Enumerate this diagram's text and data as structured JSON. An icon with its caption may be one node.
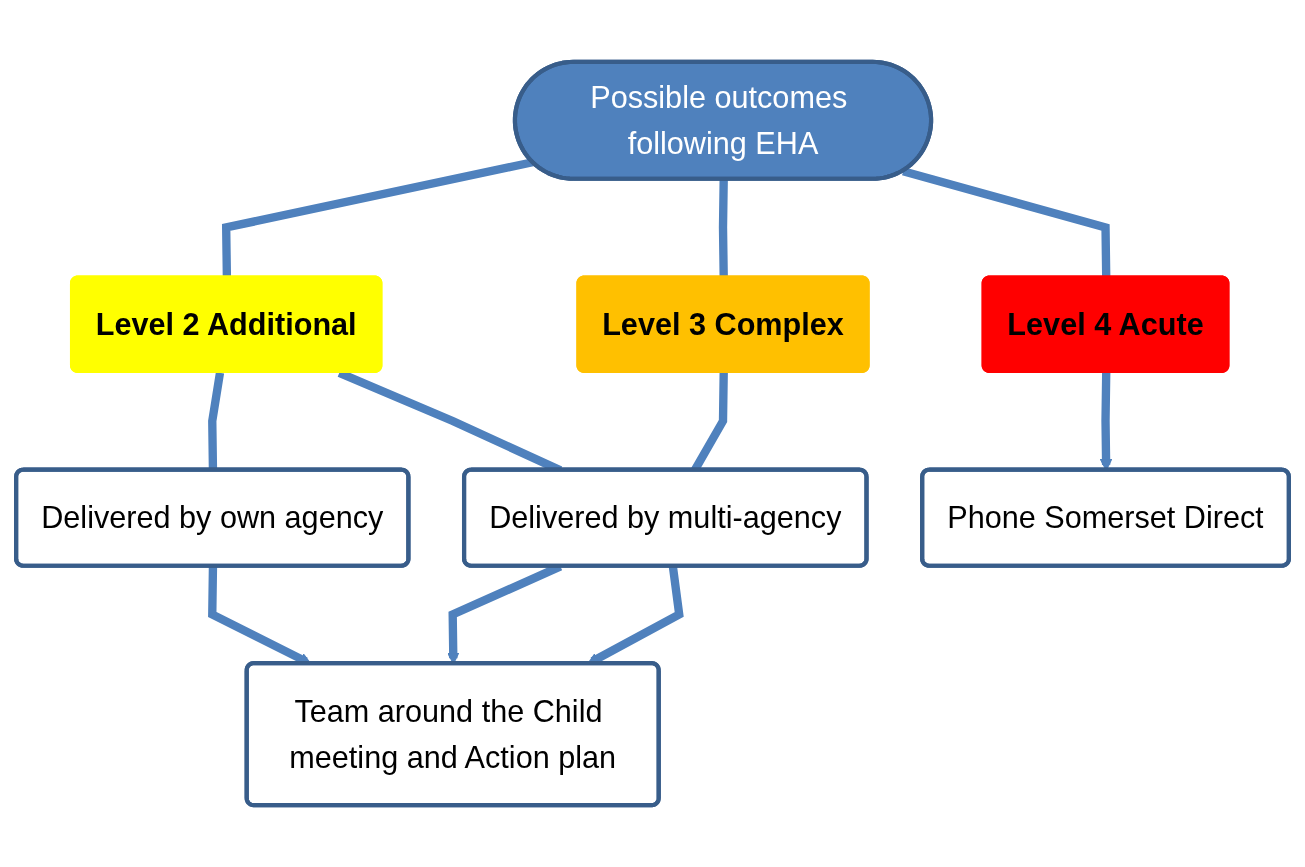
{
  "diagram": {
    "nodes": [
      {
        "text": [
          "Possible outcomes following EHA"
        ]
      },
      {
        "text": [
          "Level 2 Additional"
        ]
      },
      {
        "text": [
          "Level 3 Complex"
        ]
      },
      {
        "text": [
          "Level 4 Acute"
        ]
      },
      {
        "text": [
          "Delivered by own agency"
        ]
      },
      {
        "text": [
          "Delivered by multi-agency"
        ]
      },
      {
        "text": [
          "Phone Somerset Direct"
        ]
      },
      {
        "text": [
          "Team around the Child meeting and Action plan"
        ]
      }
    ],
    "edges": [
      {
        "from": 0,
        "to": 1,
        "arrow": "none"
      },
      {
        "from": 0,
        "to": 2,
        "arrow": "none"
      },
      {
        "from": 0,
        "to": 3,
        "arrow": "none"
      },
      {
        "from": 1,
        "to": 4,
        "arrow": "none"
      },
      {
        "from": 1,
        "to": 5,
        "arrow": "none"
      },
      {
        "from": 2,
        "to": 5,
        "arrow": "none"
      },
      {
        "from": 3,
        "to": 6,
        "arrow": "to"
      },
      {
        "from": 4,
        "to": 7,
        "arrow": "to"
      },
      {
        "from": 5,
        "to": 7,
        "arrow": "to"
      },
      {
        "from": 5,
        "to": 7,
        "arrow": "to"
      }
    ]
  }
}
